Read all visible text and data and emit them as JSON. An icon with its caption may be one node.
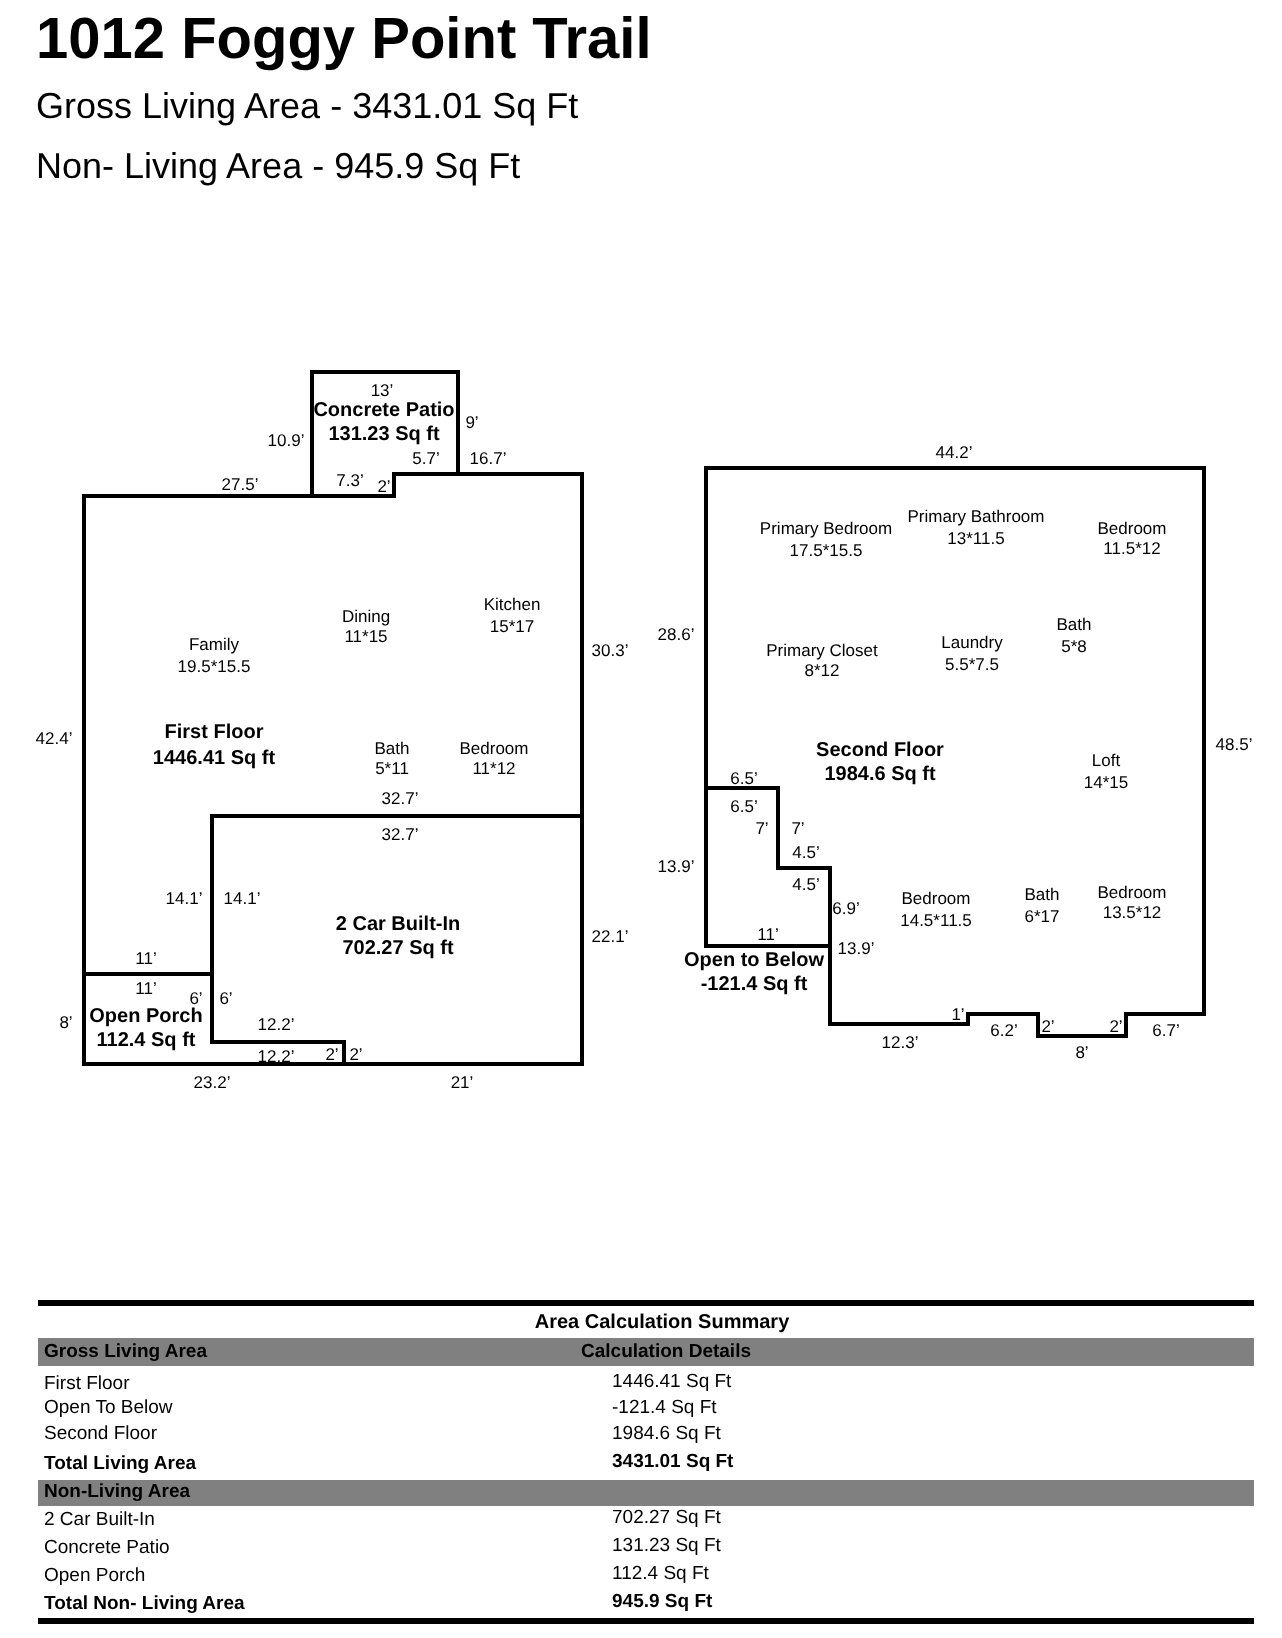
{
  "diagram": {
    "title": "1012 Foggy Point Trail",
    "nodes": [
      {
        "text": [
          "Concrete Patio",
          "131.23 Sq ft"
        ]
      },
      {
        "text": [
          "First Floor",
          "1446.41 Sq ft"
        ]
      },
      {
        "text": [
          "2 Car Built-In",
          "702.27 Sq ft"
        ]
      },
      {
        "text": [
          "Open Porch",
          "112.4 Sq ft"
        ]
      },
      {
        "text": [
          "Second Floor",
          "1984.6 Sq ft"
        ]
      },
      {
        "text": [
          "Open to Below",
          "-121.4 Sq ft"
        ],
        "in": 4
      }
    ],
    "labels": [
      "Gross Living Area - 3431.01 Sq Ft",
      "Non- Living Area - 945.9 Sq Ft",
      "13’",
      "9’",
      "10.9’",
      "5.7’",
      "16.7’",
      "27.5’",
      "7.3’",
      "2’",
      "Kitchen",
      "15*17",
      "Dining",
      "11*15",
      "Family",
      "19.5*15.5",
      "30.3’",
      "42.4’",
      "Bath",
      "5*11",
      "Bedroom",
      "11*12",
      "32.7’",
      "32.7’",
      "14.1’",
      "14.1’",
      "22.1’",
      "11’",
      "11’",
      "6’",
      "6’",
      "8’",
      "12.2’",
      "12.2’",
      "2’",
      "2’",
      "23.2’",
      "21’",
      "44.2’",
      "Primary Bathroom",
      "13*11.5",
      "Primary Bedroom",
      "17.5*15.5",
      "Bedroom",
      "11.5*12",
      "Bath",
      "5*8",
      "28.6’",
      "Laundry",
      "5.5*7.5",
      "Primary Closet",
      "8*12",
      "48.5’",
      "6.5’",
      "Loft",
      "14*15",
      "6.5’",
      "7’",
      "7’",
      "4.5’",
      "13.9’",
      "4.5’",
      "Bedroom",
      "13.5*12",
      "Bath",
      "6*17",
      "Bedroom",
      "14.5*11.5",
      "6.9’",
      "11’",
      "13.9’",
      "1’",
      "6.2’",
      "2’",
      "2’",
      "6.7’",
      "12.3’",
      "8’",
      "Area Calculation Summary",
      "Gross Living Area",
      "Calculation Details",
      "First Floor",
      "1446.41 Sq Ft",
      "Open To Below",
      "-121.4 Sq Ft",
      "Second Floor",
      "1984.6 Sq Ft",
      "Total Living Area",
      "3431.01 Sq Ft",
      "Non-Living Area",
      "2 Car Built-In",
      "702.27 Sq Ft",
      "Concrete Patio",
      "131.23 Sq Ft",
      "Open Porch",
      "112.4 Sq Ft",
      "Total Non- Living Area",
      "945.9 Sq Ft"
    ]
  }
}
